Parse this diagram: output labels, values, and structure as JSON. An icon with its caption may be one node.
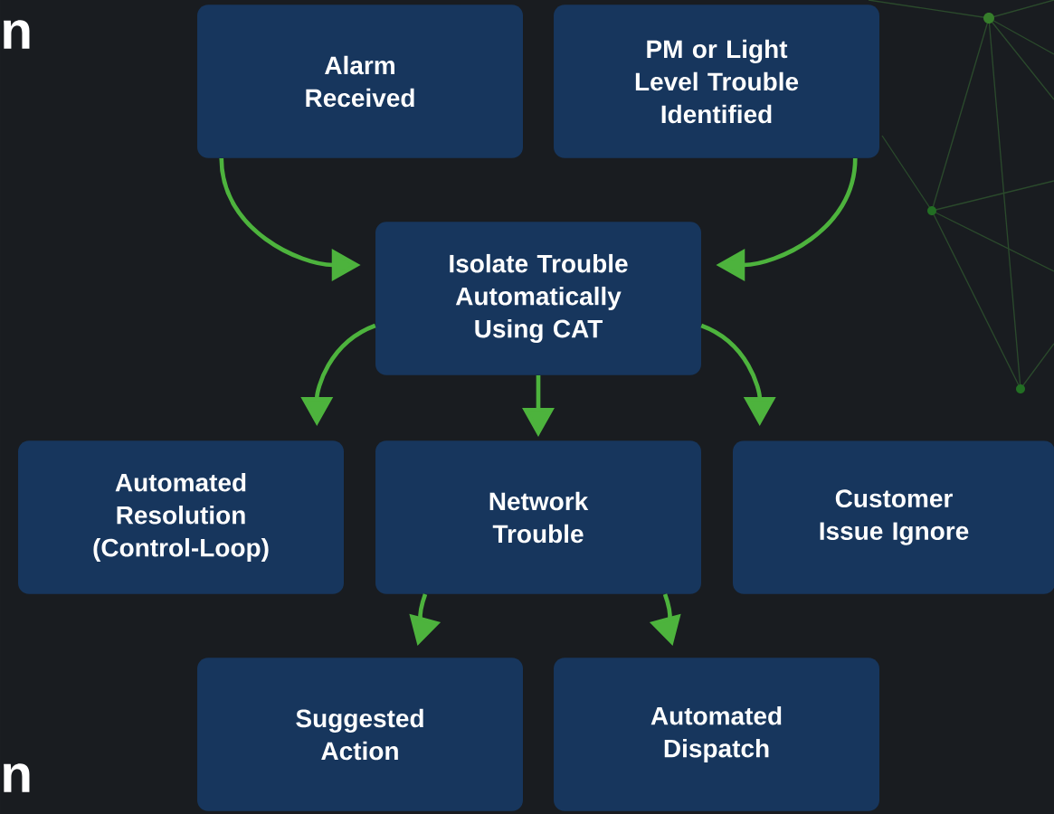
{
  "diagram": {
    "nodes": [
      {
        "text": [
          "Alarm Received"
        ]
      },
      {
        "text": [
          "PM or Light Level Trouble Identified"
        ]
      },
      {
        "text": [
          "Isolate Trouble Automatically Using CAT"
        ]
      },
      {
        "text": [
          "Automated Resolution (Control-Loop)"
        ]
      },
      {
        "text": [
          "Network Trouble"
        ]
      },
      {
        "text": [
          "Customer Issue Ignore"
        ]
      },
      {
        "text": [
          "Suggested Action"
        ]
      },
      {
        "text": [
          "Automated Dispatch"
        ]
      }
    ],
    "edges": [
      {
        "from": 0,
        "to": 2,
        "arrow": "to"
      },
      {
        "from": 1,
        "to": 2,
        "arrow": "to"
      },
      {
        "from": 2,
        "to": 3,
        "arrow": "to"
      },
      {
        "from": 2,
        "to": 4,
        "arrow": "to"
      },
      {
        "from": 2,
        "to": 5,
        "arrow": "to"
      },
      {
        "from": 4,
        "to": 6,
        "arrow": "to"
      },
      {
        "from": 4,
        "to": 7,
        "arrow": "to"
      }
    ],
    "labels": [
      "n",
      "n"
    ]
  }
}
